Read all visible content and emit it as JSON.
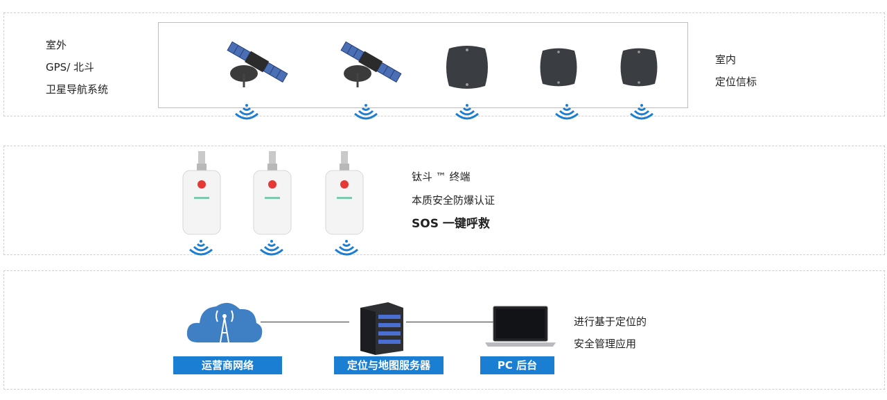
{
  "section_outdoor": {
    "label_lines": [
      "室外",
      "GPS/ 北斗",
      "卫星导航系统"
    ]
  },
  "section_indoor": {
    "label_lines": [
      "室内",
      "定位信标"
    ]
  },
  "section_terminal": {
    "label_lines": [
      "钛斗 ™ 终端",
      "本质安全防爆认证"
    ],
    "sos_line": "SOS 一键呼救"
  },
  "section_network": {
    "nodes": [
      {
        "icon": "cloud-tower-icon",
        "label": "运营商网络"
      },
      {
        "icon": "server-icon",
        "label": "定位与地图服务器"
      },
      {
        "icon": "laptop-icon",
        "label": "PC 后台"
      }
    ],
    "desc_lines": [
      "进行基于定位的",
      "安全管理应用"
    ]
  },
  "colors": {
    "accent": "#1a7ed3",
    "beacon": "#3a3d42",
    "sos_button": "#e53935"
  }
}
